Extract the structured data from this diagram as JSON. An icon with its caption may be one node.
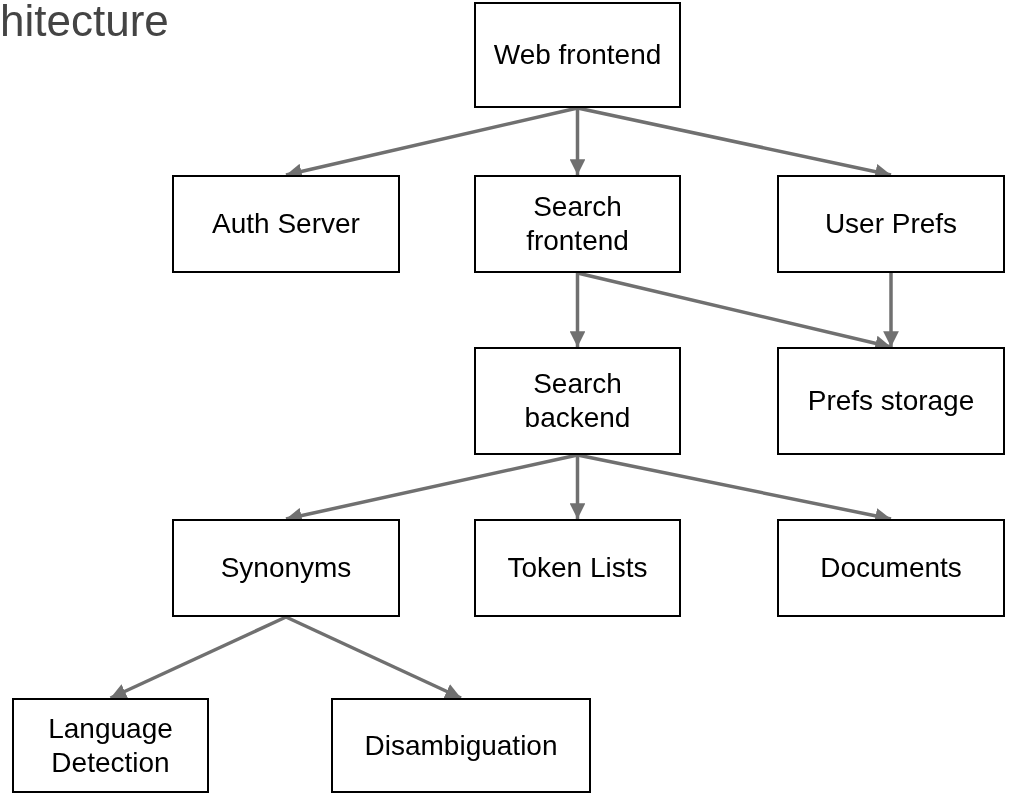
{
  "diagram": {
    "title": "hitecture",
    "nodes": [
      {
        "text": [
          "Web frontend"
        ]
      },
      {
        "text": [
          "Auth Server"
        ]
      },
      {
        "text": [
          "Search frontend"
        ]
      },
      {
        "text": [
          "User Prefs"
        ]
      },
      {
        "text": [
          "Search backend"
        ]
      },
      {
        "text": [
          "Prefs storage"
        ]
      },
      {
        "text": [
          "Synonyms"
        ]
      },
      {
        "text": [
          "Token Lists"
        ]
      },
      {
        "text": [
          "Documents"
        ]
      },
      {
        "text": [
          "Language Detection"
        ]
      },
      {
        "text": [
          "Disambiguation"
        ]
      }
    ],
    "edges": [
      {
        "from": 0,
        "to": 1,
        "arrow": "to"
      },
      {
        "from": 0,
        "to": 2,
        "arrow": "to"
      },
      {
        "from": 0,
        "to": 3,
        "arrow": "to"
      },
      {
        "from": 2,
        "to": 4,
        "arrow": "to"
      },
      {
        "from": 2,
        "to": 5,
        "arrow": "to"
      },
      {
        "from": 3,
        "to": 5,
        "arrow": "to"
      },
      {
        "from": 4,
        "to": 6,
        "arrow": "to"
      },
      {
        "from": 4,
        "to": 7,
        "arrow": "to"
      },
      {
        "from": 4,
        "to": 8,
        "arrow": "to"
      },
      {
        "from": 6,
        "to": 9,
        "arrow": "to"
      },
      {
        "from": 6,
        "to": 10,
        "arrow": "to"
      }
    ]
  }
}
